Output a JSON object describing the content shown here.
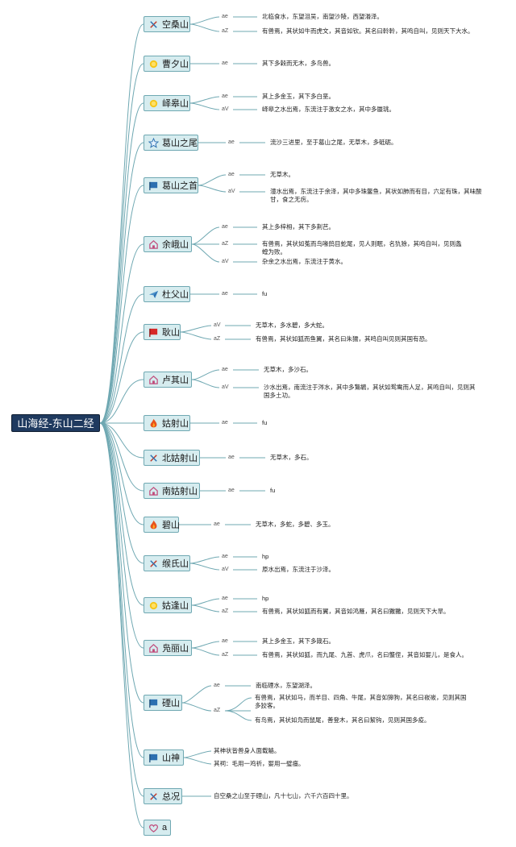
{
  "root": {
    "label": "山海经-东山二经"
  },
  "colors": {
    "line": "#6fa8b2",
    "root_bg": "#1f3a5f",
    "node_bg": "#d6ecef"
  },
  "nodes": [
    {
      "label": "空桑山",
      "icon": "tools-icon",
      "branches": [
        {
          "key": "ae",
          "lines": [
            "北临食水，东望沮吴，南望沙陵，西望湣泽。"
          ]
        },
        {
          "key": "aZ",
          "lines": [
            "有兽焉，其状如牛而虎文，其音如钦。其名曰軨軨，其鸣自叫，见则天下大水。"
          ]
        }
      ]
    },
    {
      "label": "曹夕山",
      "icon": "sun-icon",
      "branches": [
        {
          "key": "ae",
          "lines": [
            "其下多榖而无木，多鸟兽。"
          ]
        }
      ]
    },
    {
      "label": "峄皋山",
      "icon": "sun-icon",
      "branches": [
        {
          "key": "ae",
          "lines": [
            "其上多金玉，其下多白垩。"
          ]
        },
        {
          "key": "aV",
          "lines": [
            "峄皋之水出焉，东流注于激女之水，其中多蜃珧。"
          ]
        }
      ]
    },
    {
      "label": "葛山之尾",
      "icon": "star-icon",
      "branches": [
        {
          "key": "ae",
          "lines": [
            "流沙三进里，至于葛山之尾，无草木，多砥砺。"
          ]
        }
      ]
    },
    {
      "label": "葛山之首",
      "icon": "flag-icon",
      "branches": [
        {
          "key": "ae",
          "lines": [
            "无草木。"
          ]
        },
        {
          "key": "aV",
          "lines": [
            "澧水出焉，东流注于余泽，其中多珠鳖鱼，其状如肺而有目，六足有珠，其味酸",
            "甘，食之无疠。"
          ]
        }
      ]
    },
    {
      "label": "余峨山",
      "icon": "home-icon",
      "branches": [
        {
          "key": "ae",
          "lines": [
            "其上多梓枏，其下多荆芑。"
          ]
        },
        {
          "key": "aZ",
          "lines": [
            "有兽焉，其状如菟而鸟喙鸱目蛇尾，见人则眠，名犰狳，其鸣自叫，见则螽",
            "蝗为败。"
          ]
        },
        {
          "key": "aV",
          "lines": [
            "杂余之水出焉，东流注于黄水。"
          ]
        }
      ]
    },
    {
      "label": "杜父山",
      "icon": "plane-icon",
      "branches": [
        {
          "key": "ae",
          "lines": [
            "fu"
          ]
        }
      ]
    },
    {
      "label": "耿山",
      "icon": "red-flag-icon",
      "branches": [
        {
          "key": "aV",
          "lines": [
            "无草木，多水碧，多大蛇。"
          ]
        },
        {
          "key": "aZ",
          "lines": [
            "有兽焉，其状如狐而鱼翼，其名曰朱獳，其鸣自叫见则其国有恐。"
          ]
        }
      ]
    },
    {
      "label": "卢其山",
      "icon": "home-icon",
      "branches": [
        {
          "key": "ae",
          "lines": [
            "无草木，多沙石。"
          ]
        },
        {
          "key": "aV",
          "lines": [
            "沙水出焉，南流注于涔水，其中多鵹鹕，其状如鸳鸯而人足，其鸣自叫，见则其",
            "国多土功。"
          ]
        }
      ]
    },
    {
      "label": "姑射山",
      "icon": "fire-icon",
      "branches": [
        {
          "key": "ae",
          "lines": [
            "fu"
          ]
        }
      ]
    },
    {
      "label": "北姑射山",
      "icon": "tools-icon",
      "branches": [
        {
          "key": "ae",
          "lines": [
            "无草木，多石。"
          ]
        }
      ]
    },
    {
      "label": "南姑射山",
      "icon": "home-icon",
      "branches": [
        {
          "key": "ae",
          "lines": [
            "fu"
          ]
        }
      ]
    },
    {
      "label": "碧山",
      "icon": "fire-icon",
      "branches": [
        {
          "key": "ae",
          "lines": [
            "无草木，多蛇，多碧、多玉。"
          ]
        }
      ]
    },
    {
      "label": "缑氏山",
      "icon": "tools-icon",
      "branches": [
        {
          "key": "ae",
          "lines": [
            "hp"
          ]
        },
        {
          "key": "aV",
          "lines": [
            "原水出焉，东流注于沙泽。"
          ]
        }
      ]
    },
    {
      "label": "姑逢山",
      "icon": "sun-icon",
      "branches": [
        {
          "key": "ae",
          "lines": [
            "hp"
          ]
        },
        {
          "key": "aZ",
          "lines": [
            "有兽焉，其状如狐而有翼，其音如鸿雁，其名曰獙獙，见则天下大旱。"
          ]
        }
      ]
    },
    {
      "label": "凫丽山",
      "icon": "home-icon",
      "branches": [
        {
          "key": "ae",
          "lines": [
            "其上多金玉，其下多箴石。"
          ]
        },
        {
          "key": "aZ",
          "lines": [
            "有兽焉，其状如狐，而九尾、九首、虎爪，名曰蠪侄，其音如婴儿，是食人。"
          ]
        }
      ]
    },
    {
      "label": "䃌山",
      "icon": "flag-icon",
      "branches": [
        {
          "key": "ae",
          "lines": [
            "南临䃌水，东望湖泽。"
          ]
        },
        {
          "key": "aZ",
          "subs": [
            [
              "有兽焉，其状如马，而羊目、四角、牛尾，其音如獆狗，其名曰峳峳，见则其国",
              "多狡客。"
            ],
            [
              "有鸟焉，其状如凫而鼠尾，善登木，其名曰絜钩，见则其国多疫。"
            ]
          ]
        }
      ]
    },
    {
      "label": "山神",
      "icon": "flag-icon",
      "branches": [
        {
          "key": "",
          "lines": [
            "其神状皆兽身人面载觡。"
          ]
        },
        {
          "key": "",
          "lines": [
            "其祠：毛用一鸡祈，婴用一璧瘗。"
          ]
        }
      ]
    },
    {
      "label": "总况",
      "icon": "tools-icon",
      "branches": [
        {
          "key": "",
          "lines": [
            "自空桑之山至于䃌山，凡十七山，六千六百四十里。"
          ]
        }
      ]
    },
    {
      "label": "a",
      "icon": "heart-icon",
      "branches": []
    }
  ]
}
